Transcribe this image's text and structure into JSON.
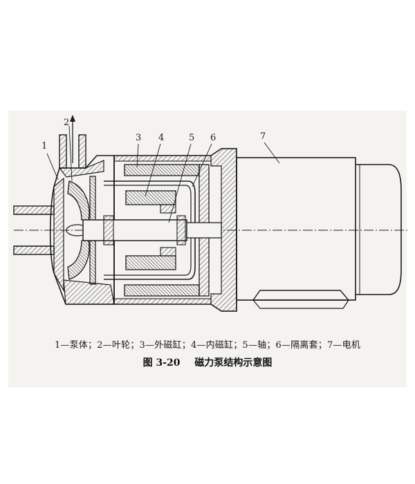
{
  "callouts": [
    {
      "id": "1",
      "text": "1"
    },
    {
      "id": "2",
      "text": "2"
    },
    {
      "id": "3",
      "text": "3"
    },
    {
      "id": "4",
      "text": "4"
    },
    {
      "id": "5",
      "text": "5"
    },
    {
      "id": "6",
      "text": "6"
    },
    {
      "id": "7",
      "text": "7"
    }
  ],
  "legend": "1—泵体；2—叶轮；3—外磁缸；4—内磁缸；5—轴；6—隔离套；7—电机",
  "caption": {
    "number": "图 3-20",
    "title": "磁力泵结构示意图"
  },
  "colors": {
    "ink": "#1a1a1a",
    "hatch": "#555555",
    "paper": "#f4f3ef"
  }
}
